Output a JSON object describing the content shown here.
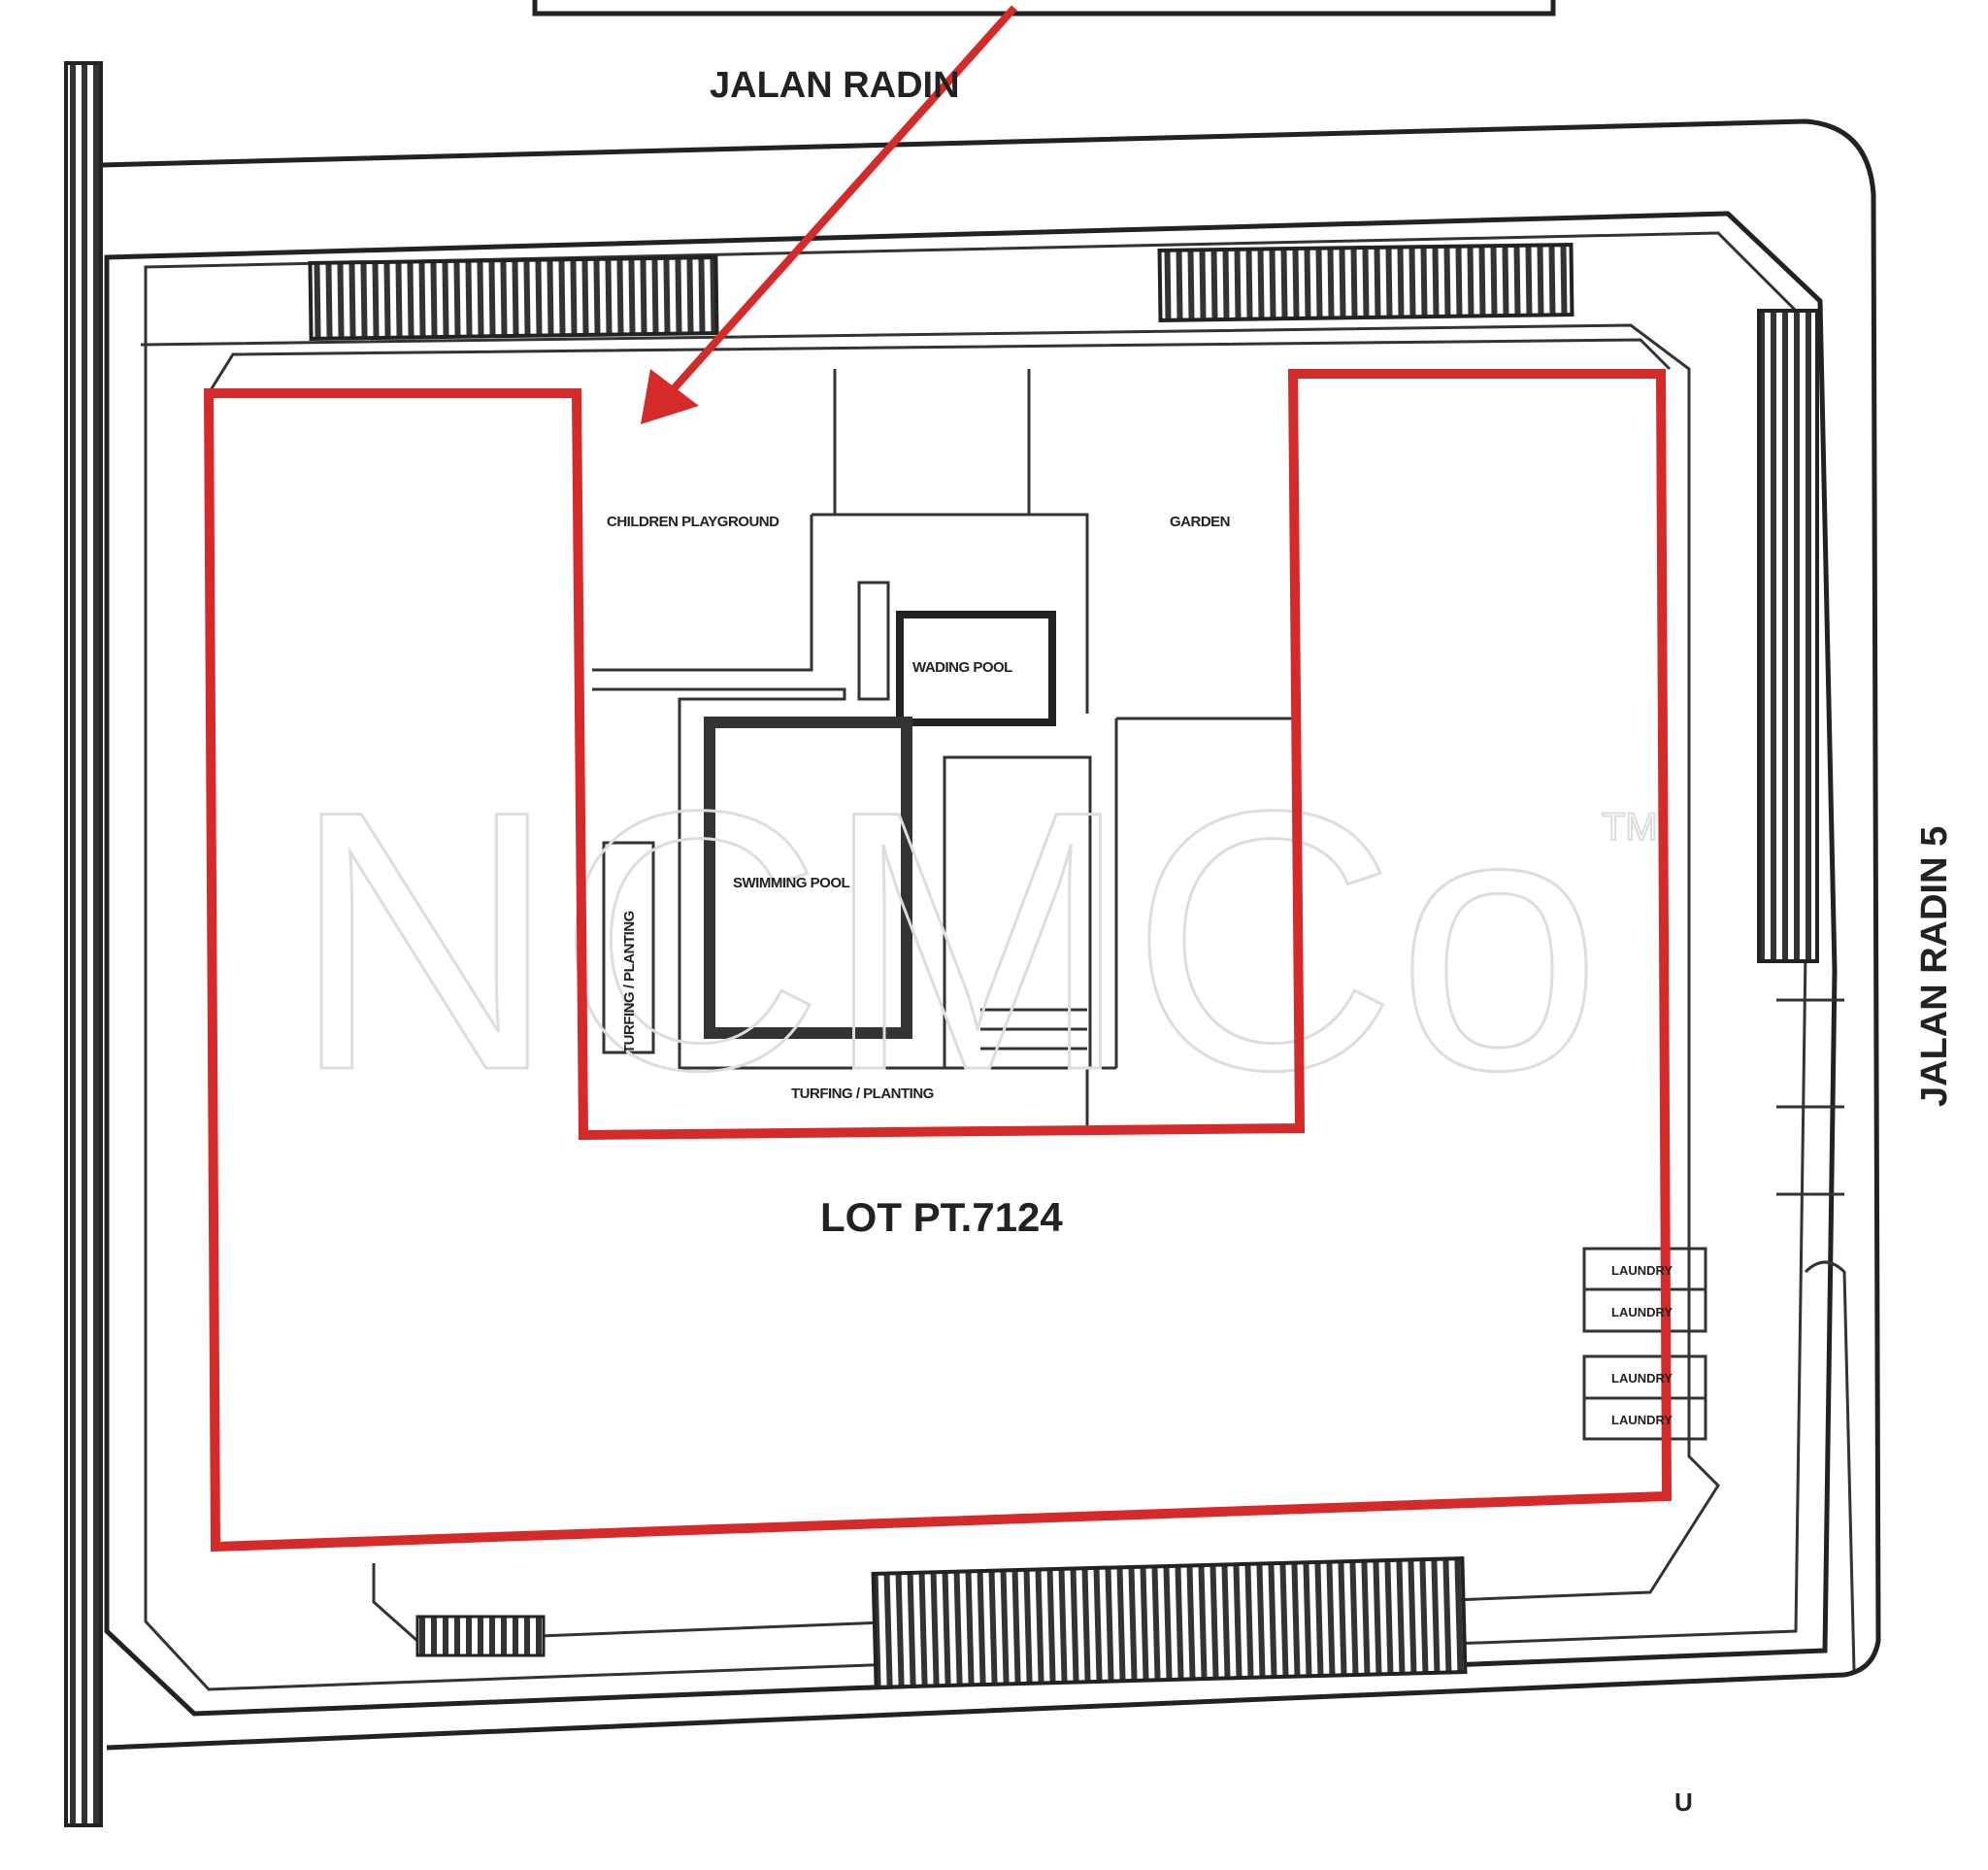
{
  "roads": {
    "north": "JALAN RADIN",
    "east": "JALAN RADIN 5"
  },
  "lot_label": "LOT PT.7124",
  "areas": {
    "playground": "CHILDREN PLAYGROUND",
    "garden": "GARDEN",
    "wading_pool": "WADING POOL",
    "swimming_pool": "SWIMMING POOL",
    "turfing_side": "TURFING / PLANTING",
    "turfing_bottom": "TURFING / PLANTING",
    "laundry": [
      "LAUNDRY",
      "LAUNDRY",
      "LAUNDRY",
      "LAUNDRY"
    ]
  },
  "north_marker": "U",
  "watermark": {
    "text": "NCMCo",
    "tm": "TM"
  },
  "colors": {
    "highlight": "#d42a2a",
    "lines": "#222222",
    "background": "#ffffff"
  }
}
